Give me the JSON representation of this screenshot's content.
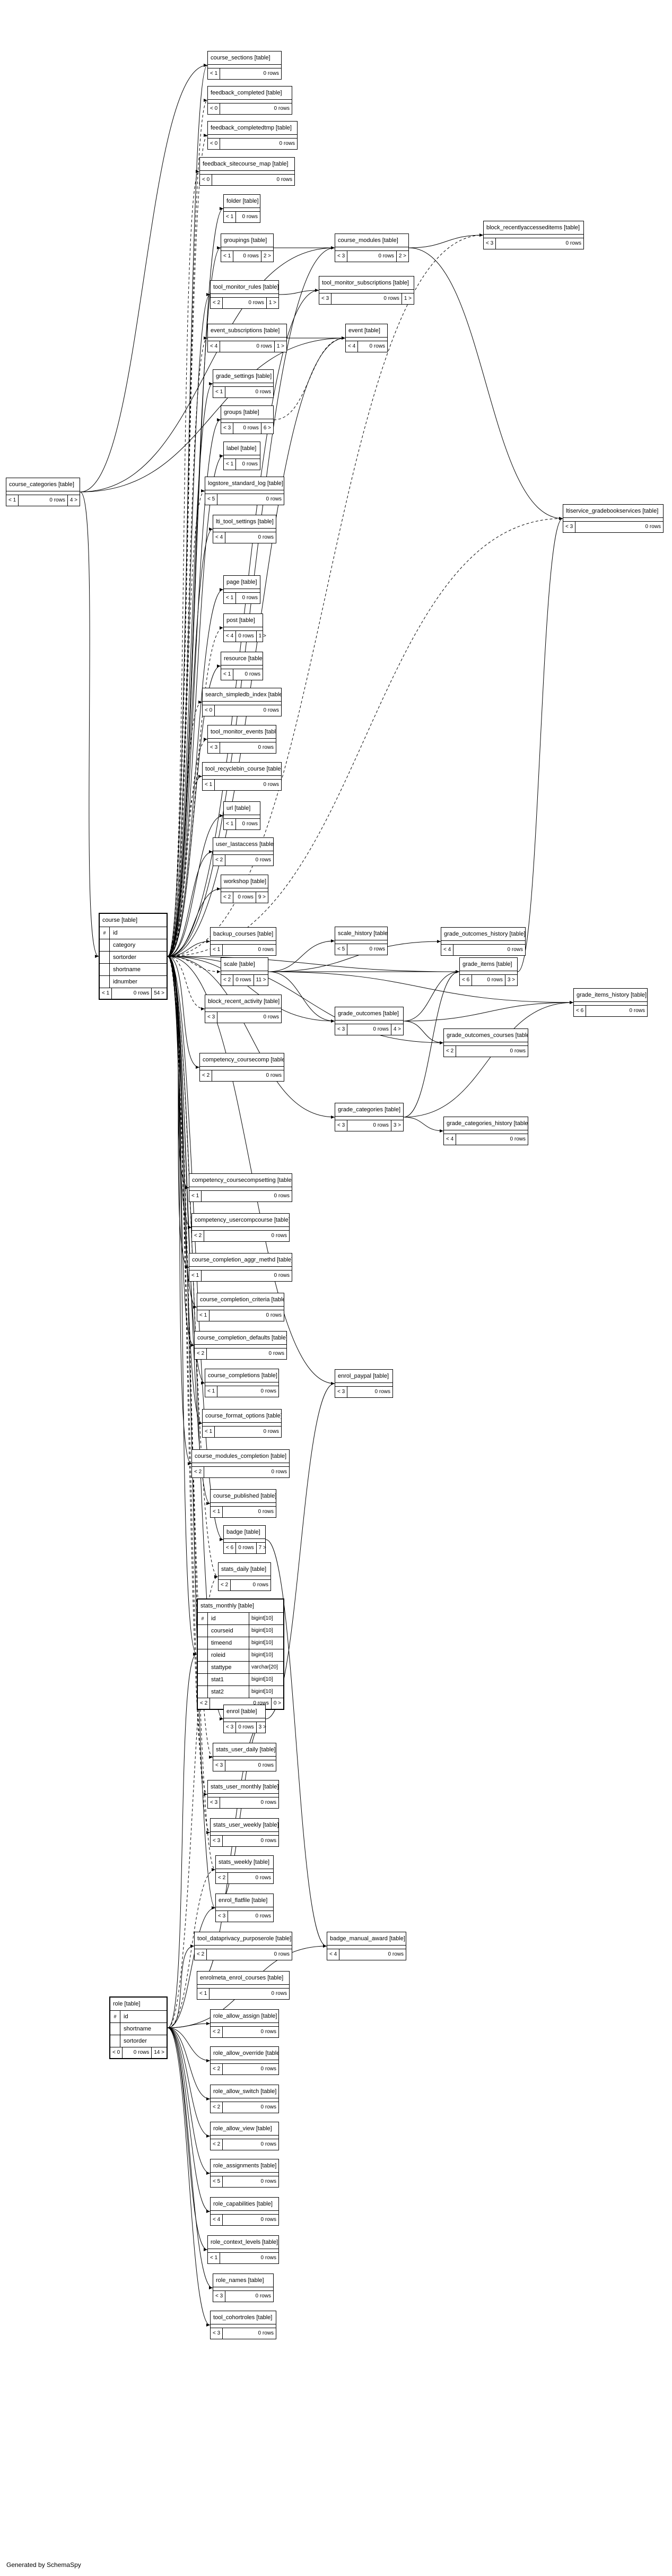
{
  "footer": "Generated by SchemaSpy",
  "tables": [
    {
      "id": "course_sections",
      "title": "course_sections",
      "tag": "[table]",
      "left": "< 1",
      "rows": "0 rows"
    },
    {
      "id": "feedback_completed",
      "title": "feedback_completed",
      "tag": "[table]",
      "left": "< 0",
      "rows": "0 rows"
    },
    {
      "id": "feedback_completedtmp",
      "title": "feedback_completedtmp",
      "tag": "[table]",
      "left": "< 0",
      "rows": "0 rows"
    },
    {
      "id": "feedback_sitecourse_map",
      "title": "feedback_sitecourse_map",
      "tag": "[table]",
      "left": "< 0",
      "rows": "0 rows"
    },
    {
      "id": "folder",
      "title": "folder",
      "tag": "[table]",
      "left": "< 1",
      "rows": "0 rows"
    },
    {
      "id": "groupings",
      "title": "groupings",
      "tag": "[table]",
      "left": "< 1",
      "rows": "0 rows",
      "right": "2 >"
    },
    {
      "id": "course_modules",
      "title": "course_modules",
      "tag": "[table]",
      "left": "< 3",
      "rows": "0 rows",
      "right": "2 >"
    },
    {
      "id": "block_recentlyaccesseditems",
      "title": "block_recentlyaccesseditems",
      "tag": "[table]",
      "left": "< 3",
      "rows": "0 rows"
    },
    {
      "id": "tool_monitor_rules",
      "title": "tool_monitor_rules",
      "tag": "[table]",
      "left": "< 2",
      "rows": "0 rows",
      "right": "1 >"
    },
    {
      "id": "tool_monitor_subscriptions",
      "title": "tool_monitor_subscriptions",
      "tag": "[table]",
      "left": "< 3",
      "rows": "0 rows",
      "right": "1 >"
    },
    {
      "id": "event_subscriptions",
      "title": "event_subscriptions",
      "tag": "[table]",
      "left": "< 4",
      "rows": "0 rows",
      "right": "1 >"
    },
    {
      "id": "event",
      "title": "event",
      "tag": "[table]",
      "left": "< 4",
      "rows": "0 rows"
    },
    {
      "id": "grade_settings",
      "title": "grade_settings",
      "tag": "[table]",
      "left": "< 1",
      "rows": "0 rows"
    },
    {
      "id": "course_categories",
      "title": "course_categories",
      "tag": "[table]",
      "left": "< 1",
      "rows": "0 rows",
      "right": "4 >"
    },
    {
      "id": "groups",
      "title": "groups",
      "tag": "[table]",
      "left": "< 3",
      "rows": "0 rows",
      "right": "6 >"
    },
    {
      "id": "label",
      "title": "label",
      "tag": "[table]",
      "left": "< 1",
      "rows": "0 rows"
    },
    {
      "id": "logstore_standard_log",
      "title": "logstore_standard_log",
      "tag": "[table]",
      "left": "< 5",
      "rows": "0 rows"
    },
    {
      "id": "ltiservice_gradebookservices",
      "title": "ltiservice_gradebookservices",
      "tag": "[table]",
      "left": "< 3",
      "rows": "0 rows"
    },
    {
      "id": "lti_tool_settings",
      "title": "lti_tool_settings",
      "tag": "[table]",
      "left": "< 4",
      "rows": "0 rows"
    },
    {
      "id": "page",
      "title": "page",
      "tag": "[table]",
      "left": "< 1",
      "rows": "0 rows"
    },
    {
      "id": "post",
      "title": "post",
      "tag": "[table]",
      "left": "< 4",
      "rows": "0 rows",
      "right": "1 >"
    },
    {
      "id": "resource",
      "title": "resource",
      "tag": "[table]",
      "left": "< 1",
      "rows": "0 rows"
    },
    {
      "id": "search_simpledb_index",
      "title": "search_simpledb_index",
      "tag": "[table]",
      "left": "< 0",
      "rows": "0 rows"
    },
    {
      "id": "tool_monitor_events",
      "title": "tool_monitor_events",
      "tag": "[table]",
      "left": "< 3",
      "rows": "0 rows"
    },
    {
      "id": "tool_recyclebin_course",
      "title": "tool_recyclebin_course",
      "tag": "[table]",
      "left": "< 1",
      "rows": "0 rows"
    },
    {
      "id": "url",
      "title": "url",
      "tag": "[table]",
      "left": "< 1",
      "rows": "0 rows"
    },
    {
      "id": "user_lastaccess",
      "title": "user_lastaccess",
      "tag": "[table]",
      "left": "< 2",
      "rows": "0 rows"
    },
    {
      "id": "workshop",
      "title": "workshop",
      "tag": "[table]",
      "left": "< 2",
      "rows": "0 rows",
      "right": "9 >"
    },
    {
      "id": "course",
      "title": "course",
      "tag": "[table]",
      "focus": true,
      "left": "< 1",
      "rows": "0 rows",
      "right": "54 >",
      "columns": [
        {
          "k": "#",
          "n": "id"
        },
        {
          "k": "",
          "n": "category"
        },
        {
          "k": "",
          "n": "sortorder"
        },
        {
          "k": "",
          "n": "shortname"
        },
        {
          "k": "",
          "n": "idnumber"
        }
      ]
    },
    {
      "id": "backup_courses",
      "title": "backup_courses",
      "tag": "[table]",
      "left": "< 1",
      "rows": "0 rows"
    },
    {
      "id": "scale_history",
      "title": "scale_history",
      "tag": "[table]",
      "left": "< 5",
      "rows": "0 rows"
    },
    {
      "id": "grade_outcomes_history",
      "title": "grade_outcomes_history",
      "tag": "[table]",
      "left": "< 4",
      "rows": "0 rows"
    },
    {
      "id": "scale",
      "title": "scale",
      "tag": "[table]",
      "left": "< 2",
      "rows": "0 rows",
      "right": "11 >"
    },
    {
      "id": "grade_items",
      "title": "grade_items",
      "tag": "[table]",
      "left": "< 6",
      "rows": "0 rows",
      "right": "3 >"
    },
    {
      "id": "grade_items_history",
      "title": "grade_items_history",
      "tag": "[table]",
      "left": "< 6",
      "rows": "0 rows"
    },
    {
      "id": "block_recent_activity",
      "title": "block_recent_activity",
      "tag": "[table]",
      "left": "< 3",
      "rows": "0 rows"
    },
    {
      "id": "grade_outcomes",
      "title": "grade_outcomes",
      "tag": "[table]",
      "left": "< 3",
      "rows": "0 rows",
      "right": "4 >"
    },
    {
      "id": "grade_outcomes_courses",
      "title": "grade_outcomes_courses",
      "tag": "[table]",
      "left": "< 2",
      "rows": "0 rows"
    },
    {
      "id": "competency_coursecomp",
      "title": "competency_coursecomp",
      "tag": "[table]",
      "left": "< 2",
      "rows": "0 rows"
    },
    {
      "id": "grade_categories",
      "title": "grade_categories",
      "tag": "[table]",
      "left": "< 3",
      "rows": "0 rows",
      "right": "3 >"
    },
    {
      "id": "grade_categories_history",
      "title": "grade_categories_history",
      "tag": "[table]",
      "left": "< 4",
      "rows": "0 rows"
    },
    {
      "id": "competency_coursecompsetting",
      "title": "competency_coursecompsetting",
      "tag": "[table]",
      "left": "< 1",
      "rows": "0 rows"
    },
    {
      "id": "competency_usercompcourse",
      "title": "competency_usercompcourse",
      "tag": "[table]",
      "left": "< 2",
      "rows": "0 rows"
    },
    {
      "id": "course_completion_aggr_methd",
      "title": "course_completion_aggr_methd",
      "tag": "[table]",
      "left": "< 1",
      "rows": "0 rows"
    },
    {
      "id": "course_completion_criteria",
      "title": "course_completion_criteria",
      "tag": "[table]",
      "left": "< 1",
      "rows": "0 rows"
    },
    {
      "id": "course_completion_defaults",
      "title": "course_completion_defaults",
      "tag": "[table]",
      "left": "< 2",
      "rows": "0 rows"
    },
    {
      "id": "enrol_paypal",
      "title": "enrol_paypal",
      "tag": "[table]",
      "left": "< 3",
      "rows": "0 rows"
    },
    {
      "id": "course_completions",
      "title": "course_completions",
      "tag": "[table]",
      "left": "< 1",
      "rows": "0 rows"
    },
    {
      "id": "course_format_options",
      "title": "course_format_options",
      "tag": "[table]",
      "left": "< 1",
      "rows": "0 rows"
    },
    {
      "id": "course_modules_completion",
      "title": "course_modules_completion",
      "tag": "[table]",
      "left": "< 2",
      "rows": "0 rows"
    },
    {
      "id": "course_published",
      "title": "course_published",
      "tag": "[table]",
      "left": "< 1",
      "rows": "0 rows"
    },
    {
      "id": "badge",
      "title": "badge",
      "tag": "[table]",
      "left": "< 6",
      "rows": "0 rows",
      "right": "7 >"
    },
    {
      "id": "stats_daily",
      "title": "stats_daily",
      "tag": "[table]",
      "left": "< 2",
      "rows": "0 rows"
    },
    {
      "id": "stats_monthly",
      "title": "stats_monthly",
      "tag": "[table]",
      "focus": true,
      "left": "< 2",
      "rows": "0 rows",
      "right": "0 >",
      "columns": [
        {
          "k": "#",
          "n": "id",
          "t": "bigint[10]"
        },
        {
          "k": "",
          "n": "courseid",
          "t": "bigint[10]"
        },
        {
          "k": "",
          "n": "timeend",
          "t": "bigint[10]"
        },
        {
          "k": "",
          "n": "roleid",
          "t": "bigint[10]"
        },
        {
          "k": "",
          "n": "stattype",
          "t": "varchar[20]"
        },
        {
          "k": "",
          "n": "stat1",
          "t": "bigint[10]"
        },
        {
          "k": "",
          "n": "stat2",
          "t": "bigint[10]"
        }
      ]
    },
    {
      "id": "enrol",
      "title": "enrol",
      "tag": "[table]",
      "left": "< 3",
      "rows": "0 rows",
      "right": "3 >"
    },
    {
      "id": "stats_user_daily",
      "title": "stats_user_daily",
      "tag": "[table]",
      "left": "< 3",
      "rows": "0 rows"
    },
    {
      "id": "stats_user_monthly",
      "title": "stats_user_monthly",
      "tag": "[table]",
      "left": "< 3",
      "rows": "0 rows"
    },
    {
      "id": "stats_user_weekly",
      "title": "stats_user_weekly",
      "tag": "[table]",
      "left": "< 3",
      "rows": "0 rows"
    },
    {
      "id": "stats_weekly",
      "title": "stats_weekly",
      "tag": "[table]",
      "left": "< 2",
      "rows": "0 rows"
    },
    {
      "id": "enrol_flatfile",
      "title": "enrol_flatfile",
      "tag": "[table]",
      "left": "< 3",
      "rows": "0 rows"
    },
    {
      "id": "badge_manual_award",
      "title": "badge_manual_award",
      "tag": "[table]",
      "left": "< 4",
      "rows": "0 rows"
    },
    {
      "id": "tool_dataprivacy_purposerole",
      "title": "tool_dataprivacy_purposerole",
      "tag": "[table]",
      "left": "< 2",
      "rows": "0 rows"
    },
    {
      "id": "role",
      "title": "role",
      "tag": "[table]",
      "focus": true,
      "left": "< 0",
      "rows": "0 rows",
      "right": "14 >",
      "columns": [
        {
          "k": "#",
          "n": "id"
        },
        {
          "k": "",
          "n": "shortname"
        },
        {
          "k": "",
          "n": "sortorder"
        }
      ]
    },
    {
      "id": "enrolmeta_enrol_courses",
      "title": "enrolmeta_enrol_courses",
      "tag": "[table]",
      "left": "< 1",
      "rows": "0 rows"
    },
    {
      "id": "role_allow_assign",
      "title": "role_allow_assign",
      "tag": "[table]",
      "left": "< 2",
      "rows": "0 rows"
    },
    {
      "id": "role_allow_override",
      "title": "role_allow_override",
      "tag": "[table]",
      "left": "< 2",
      "rows": "0 rows"
    },
    {
      "id": "role_allow_switch",
      "title": "role_allow_switch",
      "tag": "[table]",
      "left": "< 2",
      "rows": "0 rows"
    },
    {
      "id": "role_allow_view",
      "title": "role_allow_view",
      "tag": "[table]",
      "left": "< 2",
      "rows": "0 rows"
    },
    {
      "id": "role_assignments",
      "title": "role_assignments",
      "tag": "[table]",
      "left": "< 5",
      "rows": "0 rows"
    },
    {
      "id": "role_capabilities",
      "title": "role_capabilities",
      "tag": "[table]",
      "left": "< 4",
      "rows": "0 rows"
    },
    {
      "id": "role_context_levels",
      "title": "role_context_levels",
      "tag": "[table]",
      "left": "< 1",
      "rows": "0 rows"
    },
    {
      "id": "role_names",
      "title": "role_names",
      "tag": "[table]",
      "left": "< 3",
      "rows": "0 rows"
    },
    {
      "id": "tool_cohortroles",
      "title": "tool_cohortroles",
      "tag": "[table]",
      "left": "< 3",
      "rows": "0 rows"
    }
  ]
}
